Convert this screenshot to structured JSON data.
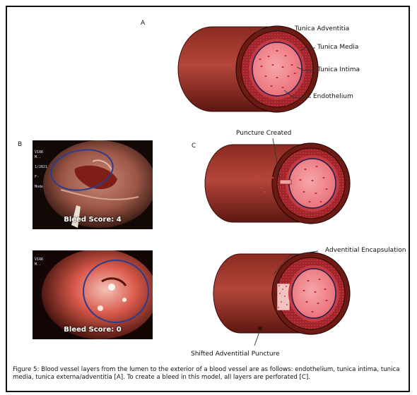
{
  "panels": {
    "a": {
      "letter": "A"
    },
    "b": {
      "letter": "B"
    },
    "c": {
      "letter": "C"
    }
  },
  "labels": {
    "adventitia": "Tunica Adventitia",
    "media": "Tunica Media",
    "intima": "Tunica Intima",
    "endothelium": "Endothelium",
    "puncture": "Puncture Created",
    "encapsulation": "Adventitial Encapsulation",
    "shifted": "Shifted Adventitial Puncture"
  },
  "photos": {
    "top": {
      "score": "Bleed Score: 4",
      "meta": [
        "VIAR... ",
        "M...",
        "",
        "...1/2021",
        "... ",
        "F-...",
        "",
        "Mode"
      ]
    },
    "bottom": {
      "score": "Bleed Score: 0",
      "meta": [
        "VIAR... ",
        "M...",
        "",
        "...",
        "",
        "..."
      ]
    }
  },
  "caption": {
    "text": "Figure 5: Blood vessel layers from the lumen to the exterior of a blood vessel are as follows: endothelium, tunica intima, tunica media, tunica externa/adventitia [A]. To create a bleed in this model, all layers are perforated [C]."
  },
  "colors": {
    "vessel_dark": "#7a1f18",
    "vessel_mid": "#a8382c",
    "media": "#8e1d1d",
    "intima": "#e34b5a",
    "lumen": "#f08a8e",
    "circle": "#2b3d8c"
  }
}
